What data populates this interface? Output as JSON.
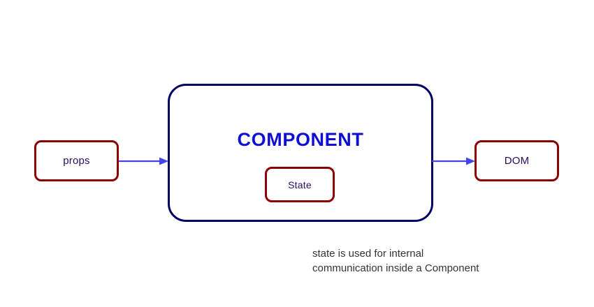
{
  "diagram": {
    "title": "React component data flow diagram",
    "background_color": "#ffffff",
    "colors": {
      "box_border_red": "#8B0000",
      "container_border_navy": "#000063",
      "title_blue": "#0f0fd0",
      "label_purple": "#2b0b5e",
      "arrow_blue": "#4444ee",
      "caption_gray": "#333333"
    },
    "nodes": {
      "props": {
        "label": "props"
      },
      "component": {
        "title": "COMPONENT"
      },
      "state": {
        "label": "State"
      },
      "dom": {
        "label": "DOM"
      }
    },
    "arrows": [
      {
        "name": "props-to-component",
        "from": "props",
        "to": "component",
        "direction": "right"
      },
      {
        "name": "component-to-dom",
        "from": "component",
        "to": "dom",
        "direction": "right"
      }
    ],
    "caption": {
      "text": "state is used for internal\ncommunication inside a Component",
      "line1": "state is used for internal",
      "line2": "communication inside a Component"
    }
  }
}
